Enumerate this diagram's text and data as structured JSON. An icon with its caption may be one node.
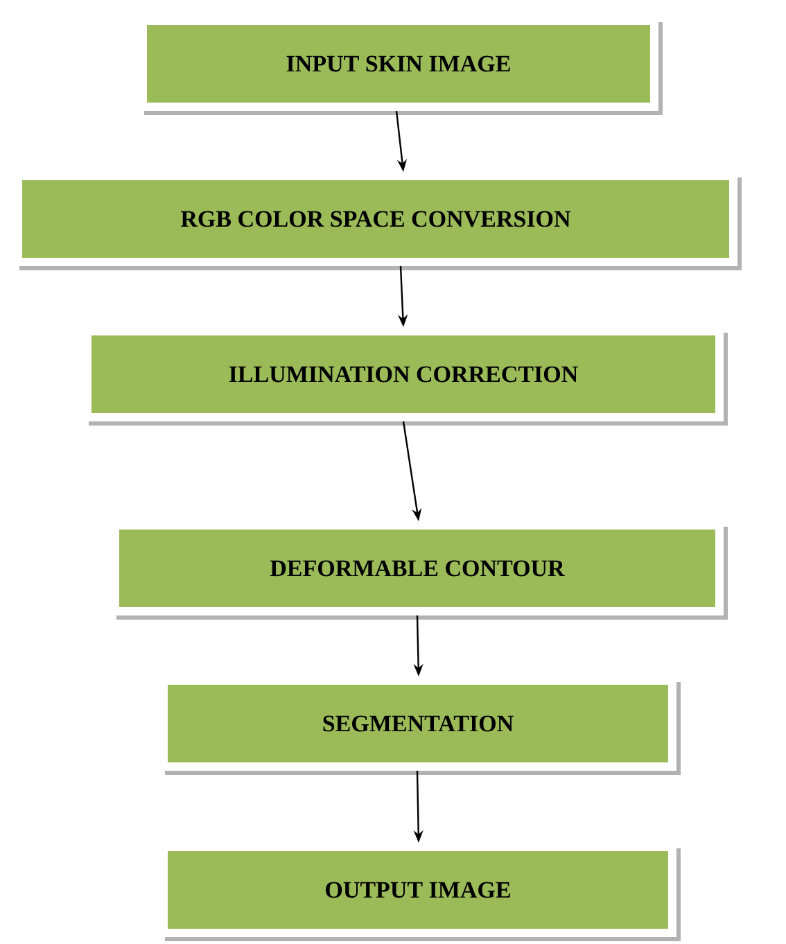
{
  "diagram": {
    "nodes": [
      {
        "text": [
          "INPUT SKIN IMAGE"
        ]
      },
      {
        "text": [
          "RGB COLOR SPACE CONVERSION"
        ]
      },
      {
        "text": [
          "ILLUMINATION CORRECTION"
        ]
      },
      {
        "text": [
          "DEFORMABLE CONTOUR"
        ]
      },
      {
        "text": [
          "SEGMENTATION"
        ]
      },
      {
        "text": [
          "OUTPUT IMAGE"
        ]
      }
    ],
    "edges": [
      {
        "from": 0,
        "to": 1,
        "arrow": "to"
      },
      {
        "from": 1,
        "to": 2,
        "arrow": "to"
      },
      {
        "from": 2,
        "to": 3,
        "arrow": "to"
      },
      {
        "from": 3,
        "to": 4,
        "arrow": "to"
      },
      {
        "from": 4,
        "to": 5,
        "arrow": "to"
      }
    ]
  }
}
